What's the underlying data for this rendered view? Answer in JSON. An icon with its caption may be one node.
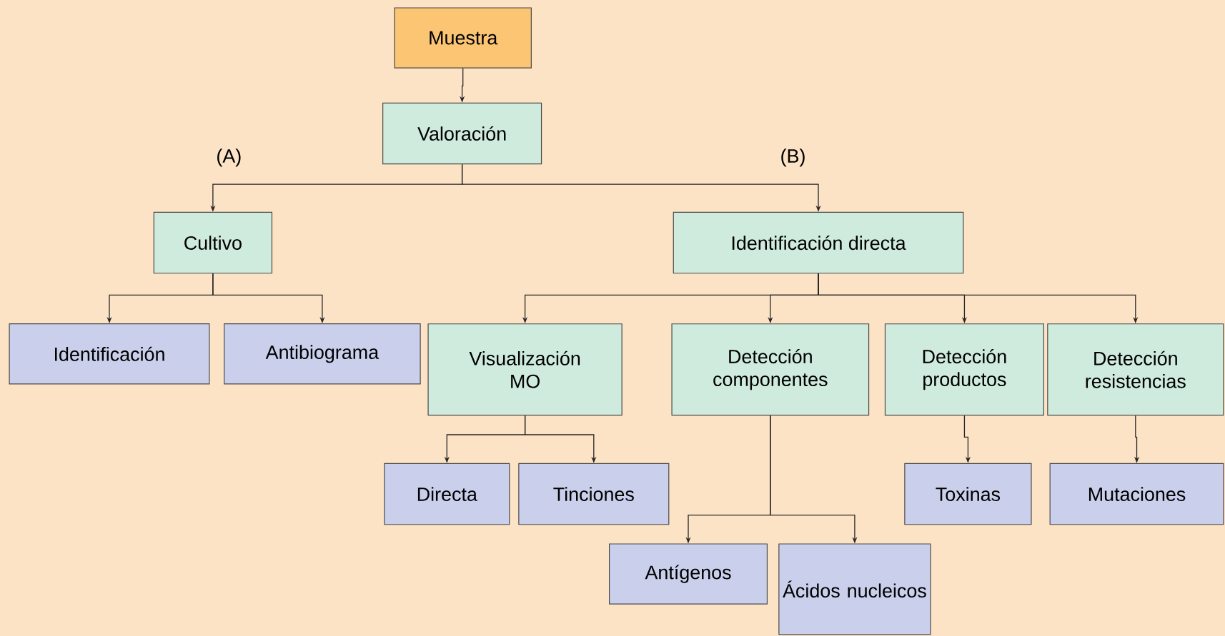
{
  "diagram": {
    "nodes": [
      {
        "text": [
          "Muestra"
        ]
      },
      {
        "text": [
          "Valoración"
        ]
      },
      {
        "text": [
          "Cultivo"
        ]
      },
      {
        "text": [
          "Identificación directa"
        ]
      },
      {
        "text": [
          "Identificación"
        ]
      },
      {
        "text": [
          "Antibiograma"
        ]
      },
      {
        "text": [
          "Visualización MO"
        ]
      },
      {
        "text": [
          "Detección componentes"
        ]
      },
      {
        "text": [
          "Detección productos"
        ]
      },
      {
        "text": [
          "Detección resistencias"
        ]
      },
      {
        "text": [
          "Directa"
        ]
      },
      {
        "text": [
          "Tinciones"
        ]
      },
      {
        "text": [
          "Toxinas"
        ]
      },
      {
        "text": [
          "Mutaciones"
        ]
      },
      {
        "text": [
          "Antígenos"
        ]
      },
      {
        "text": [
          "Ácidos nucleicos"
        ]
      }
    ],
    "edges": [
      {
        "from": 0,
        "to": 1,
        "arrow": "to"
      },
      {
        "from": 1,
        "to": 2,
        "arrow": "to"
      },
      {
        "from": 1,
        "to": 3,
        "arrow": "to"
      },
      {
        "from": 2,
        "to": 4,
        "arrow": "to"
      },
      {
        "from": 2,
        "to": 5,
        "arrow": "to"
      },
      {
        "from": 3,
        "to": 6,
        "arrow": "to"
      },
      {
        "from": 3,
        "to": 7,
        "arrow": "to"
      },
      {
        "from": 3,
        "to": 8,
        "arrow": "to"
      },
      {
        "from": 3,
        "to": 9,
        "arrow": "to"
      },
      {
        "from": 6,
        "to": 10,
        "arrow": "to"
      },
      {
        "from": 6,
        "to": 11,
        "arrow": "to"
      },
      {
        "from": 7,
        "to": 14,
        "arrow": "to"
      },
      {
        "from": 7,
        "to": 15,
        "arrow": "to"
      },
      {
        "from": 8,
        "to": 12,
        "arrow": "to"
      },
      {
        "from": 9,
        "to": 13,
        "arrow": "to"
      }
    ],
    "labels": [
      "(A)",
      "(B)"
    ]
  }
}
